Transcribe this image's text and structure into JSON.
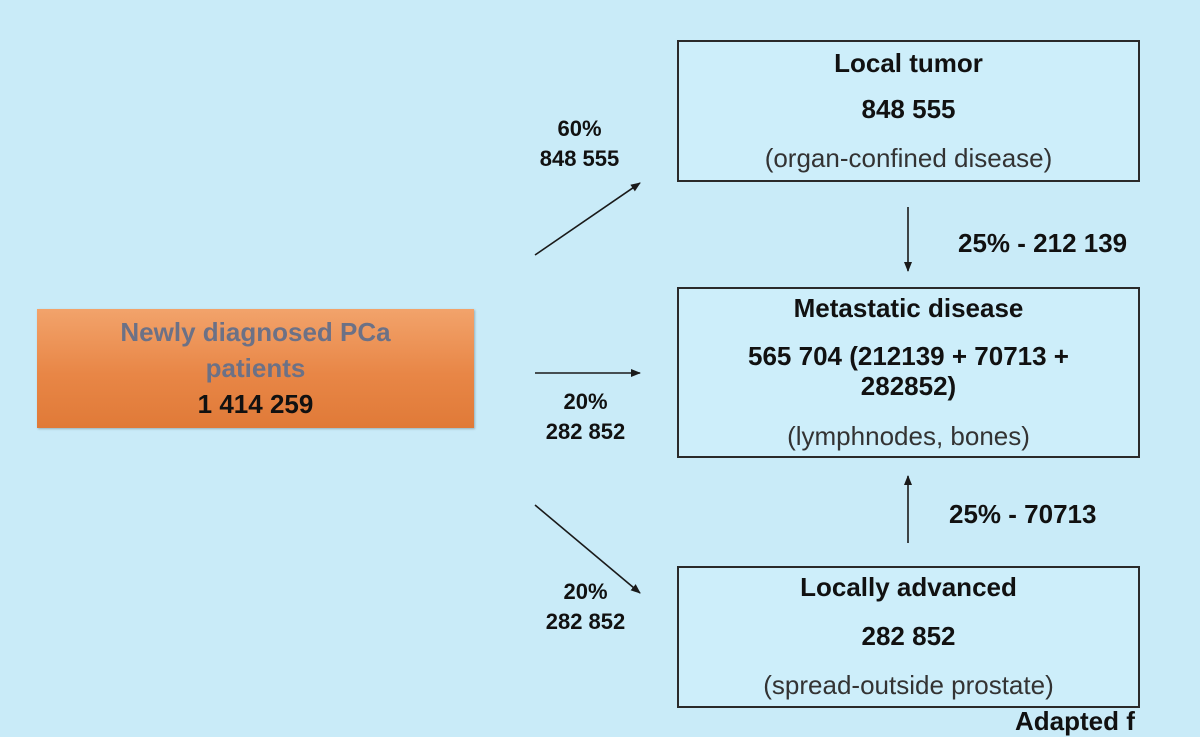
{
  "source": {
    "label_line1": "Newly diagnosed PCa",
    "label_line2": "patients",
    "count": "1 414 259"
  },
  "local_tumor": {
    "title": "Local tumor",
    "count": "848 555",
    "description": "(organ-confined disease)"
  },
  "metastatic": {
    "title": "Metastatic disease",
    "count": "565 704 (212139 + 70713 + 282852)",
    "description": "(lymphnodes, bones)"
  },
  "locally_advanced": {
    "title": "Locally advanced",
    "count": "282 852",
    "description": "(spread-outside prostate)"
  },
  "flows": {
    "to_local": {
      "percent": "60%",
      "count": "848 555"
    },
    "to_metastatic": {
      "percent": "20%",
      "count": "282 852"
    },
    "to_advanced": {
      "percent": "20%",
      "count": "282 852"
    },
    "local_to_metastatic": "25% - 212 139",
    "advanced_to_metastatic": "25% - 70713"
  },
  "footer_partial": "Adapted f"
}
